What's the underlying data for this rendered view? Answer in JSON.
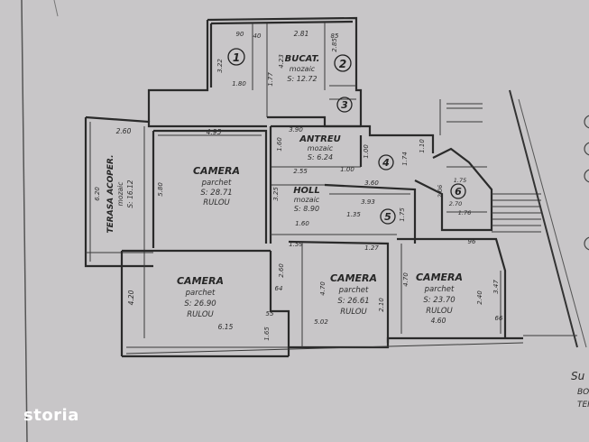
{
  "rooms": {
    "r1": {
      "num": "1"
    },
    "r2": {
      "num": "2"
    },
    "r3": {
      "num": "3"
    },
    "r4": {
      "num": "4"
    },
    "r5": {
      "num": "5"
    },
    "r6": {
      "num": "6"
    },
    "bucat": {
      "name": "BUCAT.",
      "floor": "mozaic",
      "area": "S: 12.72"
    },
    "antreu": {
      "name": "ANTREU",
      "floor": "mozaic",
      "area": "S: 6.24"
    },
    "holl": {
      "name": "HOLL",
      "floor": "mozaic",
      "area": "S: 8.90"
    },
    "camera_top": {
      "name": "CAMERA",
      "floor": "parchet",
      "area": "S: 28.71",
      "extra": "RULOU"
    },
    "terasa": {
      "name": "TERASA  ACOPER.",
      "floor": "mozaic",
      "area": "S: 16.12"
    },
    "camera_bl": {
      "name": "CAMERA",
      "floor": "parchet",
      "area": "S: 26.90",
      "extra": "RULOU"
    },
    "camera_bm": {
      "name": "CAMERA",
      "floor": "parchet",
      "area": "S: 26.61",
      "extra": "RULOU"
    },
    "camera_br": {
      "name": "CAMERA",
      "floor": "parchet",
      "area": "S: 23.70",
      "extra": "RULOU"
    }
  },
  "dims": {
    "d_281": "2.81",
    "d_90": "90",
    "d_40": "40",
    "d_85": "85",
    "d_322": "3.22",
    "d_285": "2.85",
    "d_180": "1.80",
    "d_177": "1.77",
    "d_423": "4.23",
    "d_390": "3.90",
    "d_260": "2.60",
    "d_495": "4.95",
    "d_620": "6.20",
    "d_580": "5.80",
    "d_160a": "1.60",
    "d_255": "2.55",
    "d_100a": "1.00",
    "d_100b": "1.00",
    "d_110": "1.10",
    "d_174": "1.74",
    "d_360": "3.60",
    "d_393": "3.93",
    "d_325": "3.25",
    "d_160b": "1.60",
    "d_135": "1.35",
    "d_175a": "1.75",
    "d_175b": "1.75",
    "d_270": "2.70",
    "d_176": "1.76",
    "d_420": "4.20",
    "d_615": "6.15",
    "d_260b": "2.60",
    "d_64": "64",
    "d_55": "55",
    "d_165": "1.65",
    "d_159": "1.59",
    "d_127": "1.27",
    "d_470a": "4.70",
    "d_502": "5.02",
    "d_210": "2.10",
    "d_470b": "4.70",
    "d_96": "96",
    "d_347": "3.47",
    "d_240": "2.40",
    "d_460": "4.60",
    "d_66": "66",
    "d_206": "2.06"
  },
  "watermark": "storia",
  "footer": {
    "a": "Su",
    "b": "BO",
    "c": "TEF"
  }
}
